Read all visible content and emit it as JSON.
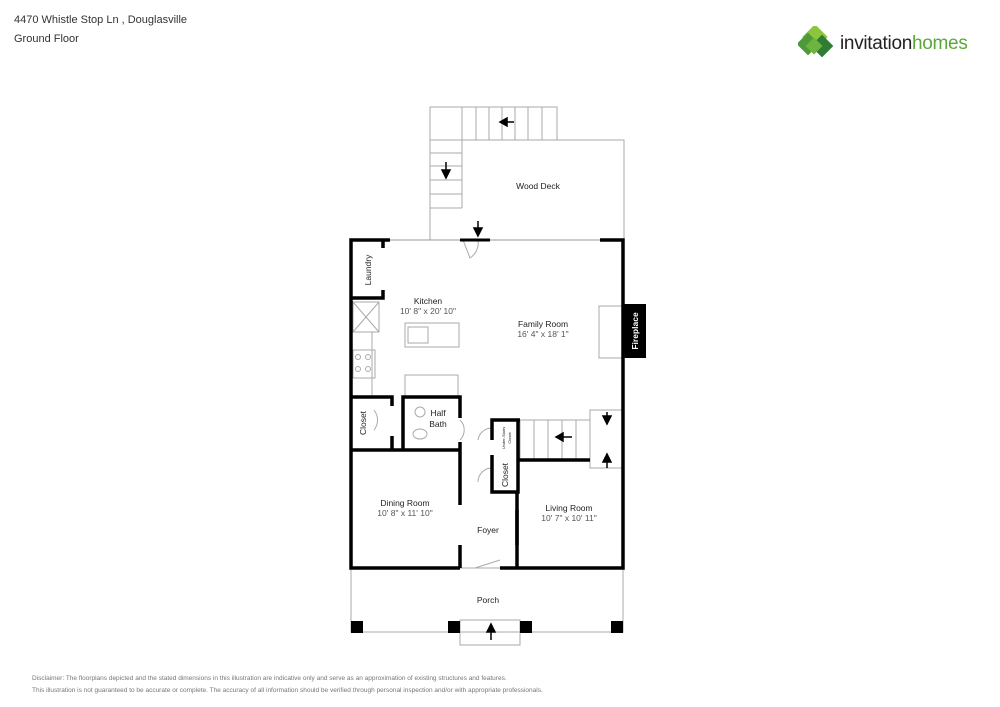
{
  "header": {
    "address": "4470 Whistle Stop Ln , Douglasville",
    "floor": "Ground Floor"
  },
  "logo": {
    "word1": "invitation",
    "word2": "homes",
    "colors": {
      "dark": "#222222",
      "green": "#5aa83c"
    }
  },
  "rooms": {
    "wood_deck": {
      "name": "Wood Deck"
    },
    "laundry": {
      "name": "Laundry"
    },
    "kitchen": {
      "name": "Kitchen",
      "dims": "10' 8\" x 20' 10\""
    },
    "family_room": {
      "name": "Family Room",
      "dims": "16' 4\" x 18' 1\""
    },
    "fireplace": {
      "name": "Fireplace"
    },
    "closet_left": {
      "name": "Closet"
    },
    "half_bath": {
      "name": "Half",
      "name2": "Bath"
    },
    "under_stairs": {
      "name": "Under-Stairs",
      "name2": "Closet"
    },
    "closet_mid": {
      "name": "Closet"
    },
    "dining_room": {
      "name": "Dining Room",
      "dims": "10' 8\" x 11' 10\""
    },
    "foyer": {
      "name": "Foyer"
    },
    "living_room": {
      "name": "Living Room",
      "dims": "10' 7\" x 10' 11\""
    },
    "porch": {
      "name": "Porch"
    }
  },
  "disclaimer": {
    "line1": "Disclaimer: The floorplans depicted and the stated dimensions in this illustration are indicative only and serve as an approximation of existing structures and features.",
    "line2": "This illustration is not guaranteed to be accurate or complete. The accuracy of all information should be verified through personal inspection and/or with appropriate professionals."
  }
}
